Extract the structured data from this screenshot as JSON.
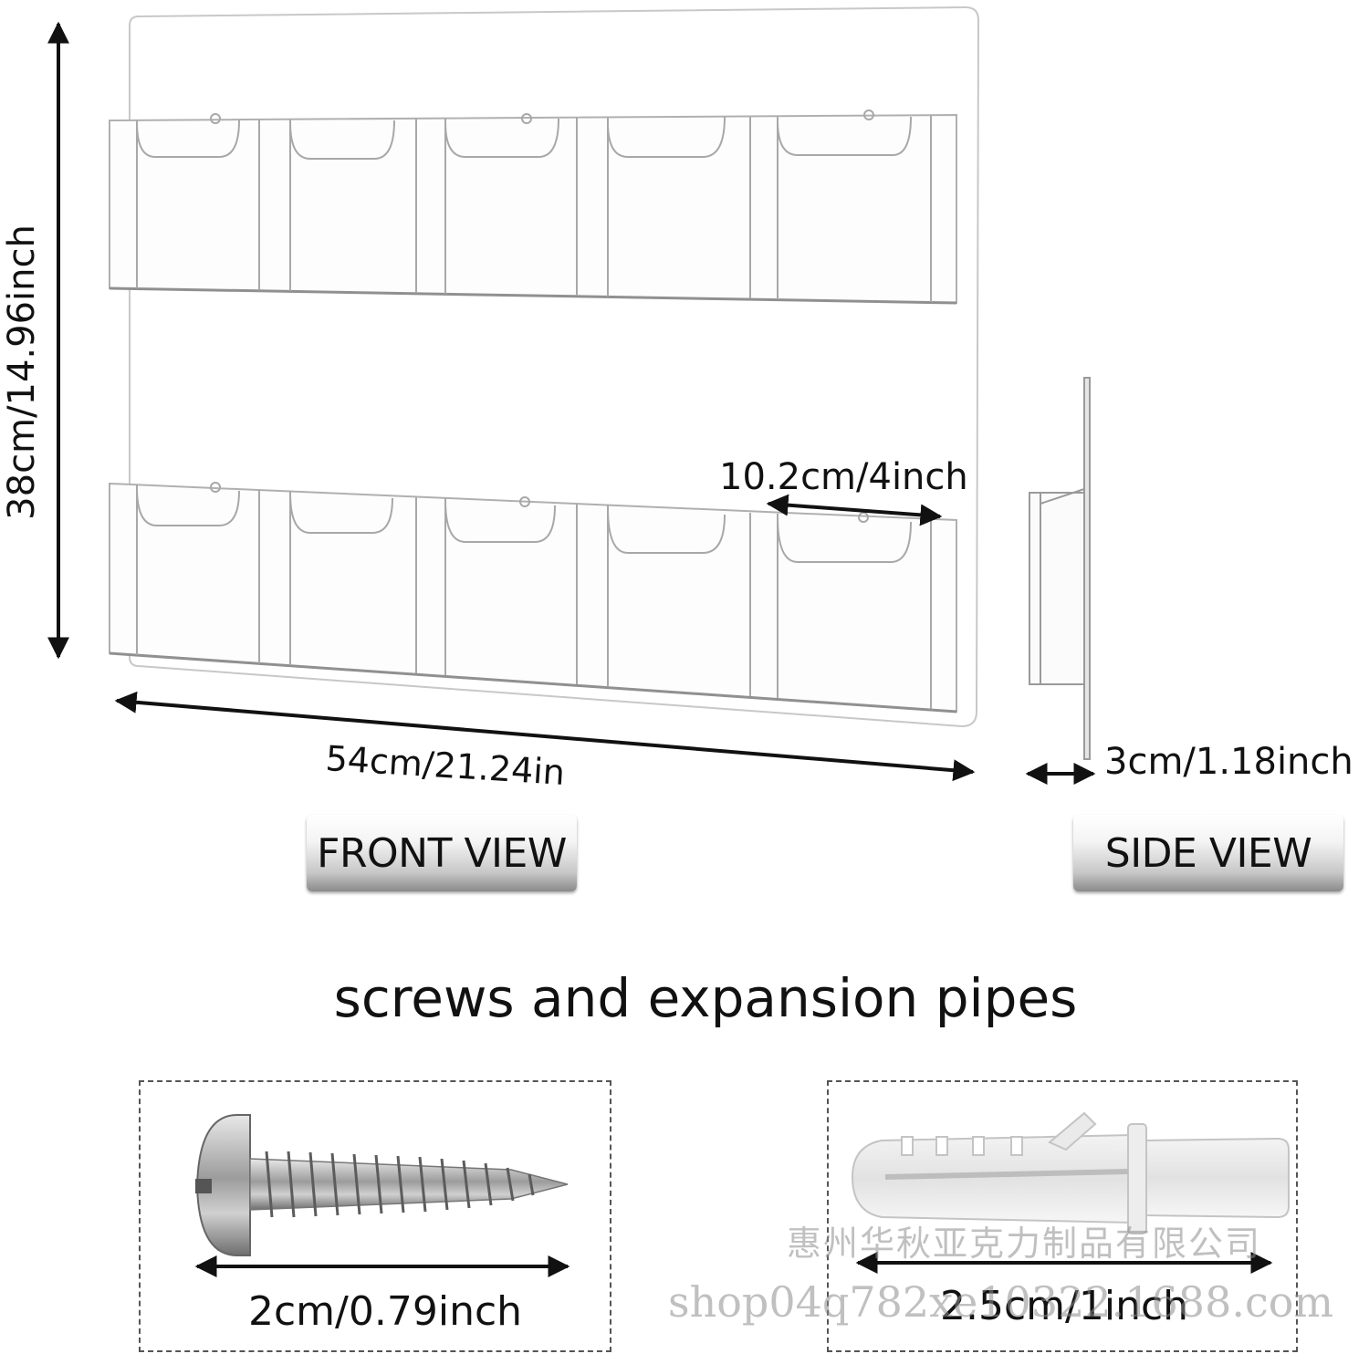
{
  "dimensions": {
    "height": "38cm/14.96inch",
    "width": "54cm/21.24in",
    "slot_width": "10.2cm/4inch",
    "depth": "3cm/1.18inch"
  },
  "views": {
    "front": "FRONT VIEW",
    "side": "SIDE VIEW"
  },
  "accessories": {
    "title": "screws and expansion pipes",
    "screw_size": "2cm/0.79inch",
    "anchor_size": "2.5cm/1inch"
  },
  "watermark": {
    "company": "惠州华秋亚克力制品有限公司",
    "shop": "shop04q782xe10322.1688.com"
  },
  "colors": {
    "acrylic_edge": "#9a9a9a",
    "arrow": "#111111",
    "screw_metal": "#b8b8b8"
  }
}
